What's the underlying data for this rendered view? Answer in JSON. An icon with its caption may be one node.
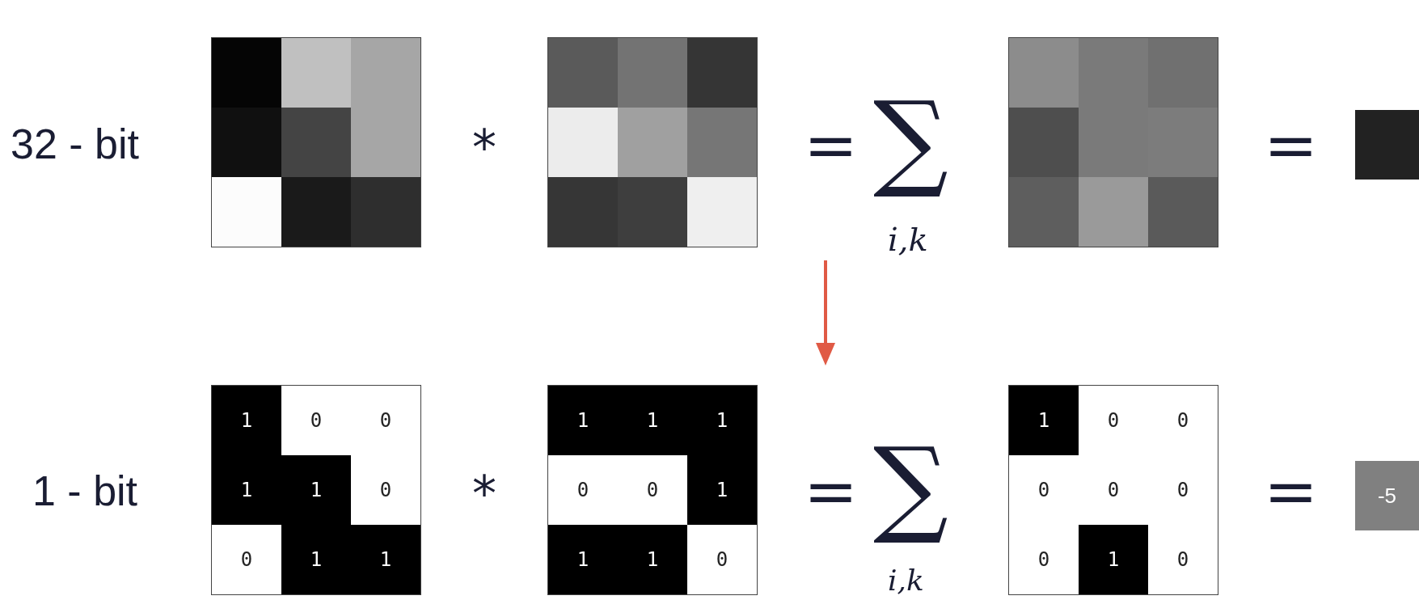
{
  "diagram": {
    "nodes": [
      {
        "text": [],
        "shape": "box"
      },
      {
        "text": [
          "-5"
        ]
      }
    ],
    "labels": [
      "32 - bit",
      "*",
      "=",
      "∑",
      "i,k",
      "=",
      "1 - bit",
      "1",
      "0",
      "0",
      "1",
      "1",
      "0",
      "0",
      "1",
      "1",
      "*",
      "1",
      "1",
      "1",
      "0",
      "0",
      "1",
      "1",
      "1",
      "0",
      "=",
      "∑",
      "i,k",
      "1",
      "0",
      "0",
      "0",
      "0",
      "0",
      "0",
      "1",
      "0",
      "="
    ]
  }
}
